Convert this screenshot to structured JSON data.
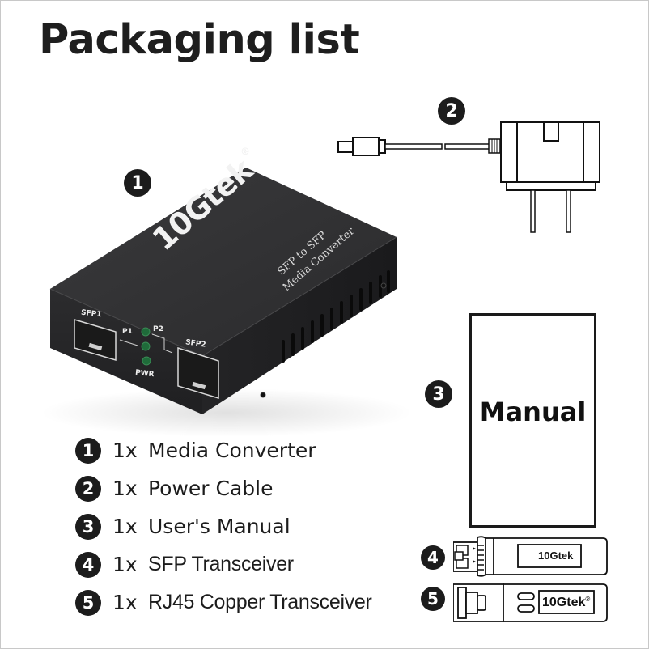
{
  "title": "Packaging list",
  "illustrations": {
    "media_converter": {
      "badge": "1",
      "brand": "10Gtek",
      "registered": "®",
      "label_line1": "SFP to SFP",
      "label_line2": "Media Converter",
      "port_labels": [
        "SFP1",
        "SFP2"
      ],
      "led_labels": [
        "P1",
        "P2",
        "PWR"
      ]
    },
    "power_cable": {
      "badge": "2"
    },
    "manual": {
      "badge": "3",
      "label": "Manual"
    },
    "sfp_transceiver": {
      "badge": "4",
      "brand": "10Gtek"
    },
    "rj45_transceiver": {
      "badge": "5",
      "brand": "10Gtek",
      "registered": "®"
    }
  },
  "items": [
    {
      "number": "1",
      "qty": "1x",
      "name": "Media Converter"
    },
    {
      "number": "2",
      "qty": "1x",
      "name": "Power Cable"
    },
    {
      "number": "3",
      "qty": "1x",
      "name": "User's Manual"
    },
    {
      "number": "4",
      "qty": "1x",
      "name": "SFP Transceiver"
    },
    {
      "number": "5",
      "qty": "1x",
      "name": "RJ45 Copper Transceiver"
    }
  ],
  "colors": {
    "badge": "#1c1c1c",
    "device_body": "#2e2e30",
    "led": "#1f6b3a",
    "text": "#1c1c1c"
  }
}
